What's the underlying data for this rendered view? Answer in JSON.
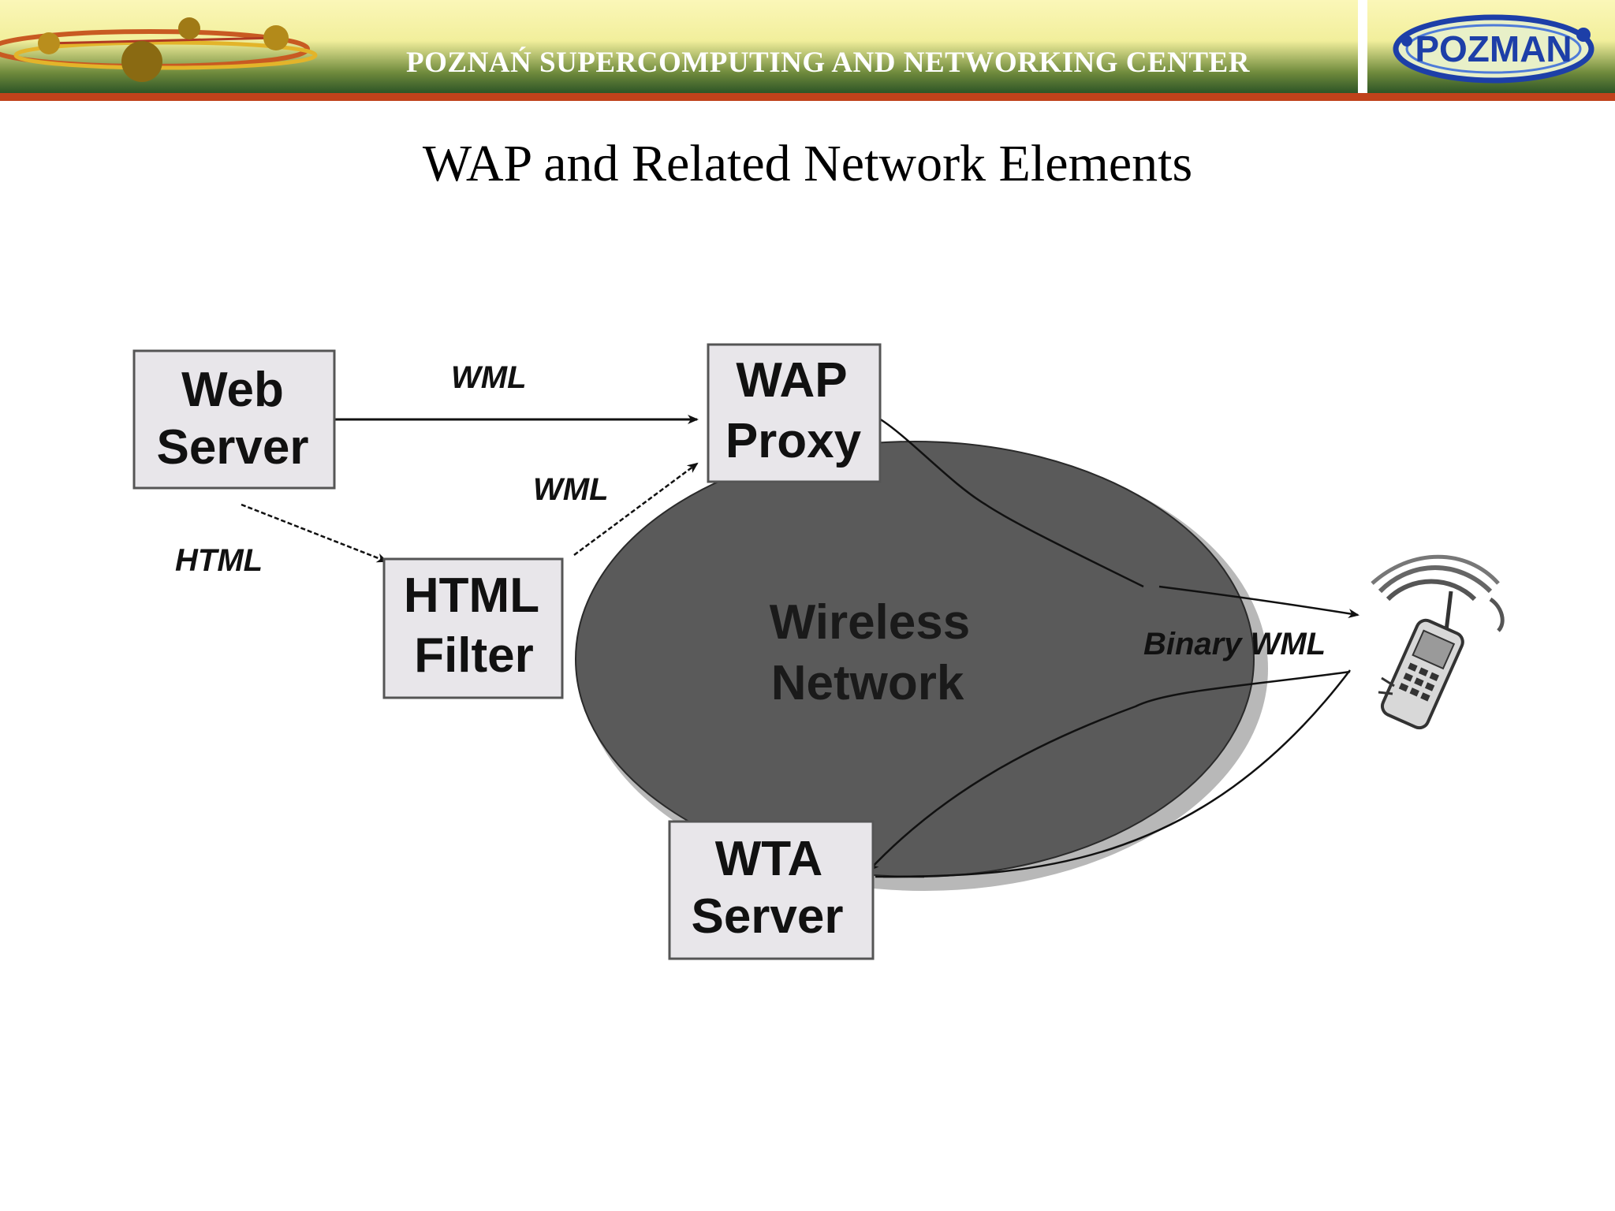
{
  "header": {
    "org_name": "POZNAŃ SUPERCOMPUTING AND NETWORKING CENTER",
    "logo_text": "POZMAN",
    "colors": {
      "banner_top": "#fbf7b8",
      "banner_bottom": "#14401e",
      "stripe": "#c0421b"
    }
  },
  "slide": {
    "title": "WAP and Related Network Elements"
  },
  "diagram": {
    "nodes": {
      "web_server": {
        "line1": "Web",
        "line2": "Server"
      },
      "wap_proxy": {
        "line1": "WAP",
        "line2": "Proxy"
      },
      "html_filter": {
        "line1": "HTML",
        "line2": "Filter"
      },
      "wta_server": {
        "line1": "WTA",
        "line2": "Server"
      },
      "wireless_network": {
        "line1": "Wireless",
        "line2": "Network"
      },
      "mobile_phone": {
        "icon": "mobile-phone-icon"
      }
    },
    "edges": {
      "web_to_proxy": "WML",
      "filter_to_proxy": "WML",
      "web_to_filter": "HTML",
      "to_phone": "Binary WML"
    },
    "colors": {
      "network_fill": "#5a5a5a",
      "network_shadow": "#b8b8b8",
      "box_fill": "#e8e6ea"
    }
  }
}
